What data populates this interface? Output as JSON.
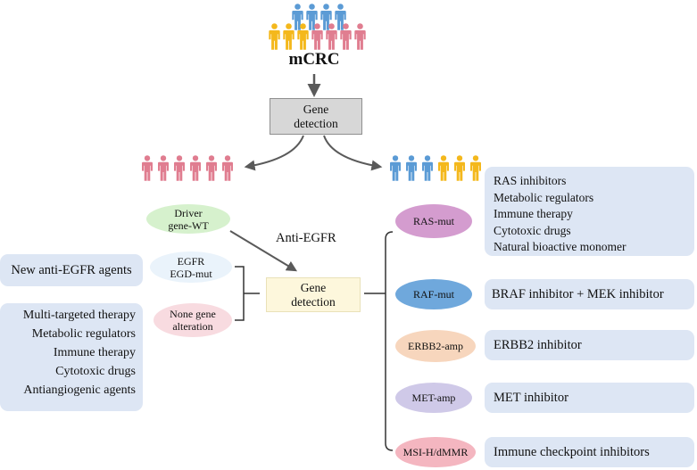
{
  "colors": {
    "person_blue": "#5b9bd5",
    "person_yellow": "#f4b81c",
    "person_pink": "#e07d90",
    "treatment_box": "#dde6f4",
    "gene_box_top": "#d7d7d7",
    "gene_box_mid": "#fdf7dc",
    "arrow": "#5a5a5a"
  },
  "top": {
    "title": "mCRC",
    "box": "Gene\ndetection"
  },
  "groups": {
    "left_people_icon": "people-pink",
    "right_people_icon": "people-blue-yellow"
  },
  "left_branch": {
    "ovals": {
      "driver": "Driver\ngene-WT",
      "egfr": "EGFR\nEGD-mut",
      "none": "None gene\nalteration"
    },
    "arrow_label": "Anti-EGFR",
    "mid_box": "Gene\ndetection"
  },
  "left_boxes": {
    "new_agents": "New anti-EGFR agents",
    "multi": [
      "Multi-targeted therapy",
      "Metabolic regulators",
      "Immune therapy",
      "Cytotoxic drugs",
      "Antiangiogenic agents"
    ]
  },
  "right_branch": {
    "ovals": [
      {
        "label": "RAS-mut",
        "color": "#d49ccf"
      },
      {
        "label": "RAF-mut",
        "color": "#6fa8dc"
      },
      {
        "label": "ERBB2-amp",
        "color": "#f7d6bd"
      },
      {
        "label": "MET-amp",
        "color": "#cfc9e8"
      },
      {
        "label": "MSI-H/dMMR",
        "color": "#f4b6c0"
      }
    ],
    "treatments": {
      "ras": [
        "RAS inhibitors",
        "Metabolic regulators",
        "Immune therapy",
        "Cytotoxic drugs",
        "Natural  bioactive monomer"
      ],
      "raf": "BRAF inhibitor + MEK inhibitor",
      "erbb2": "ERBB2 inhibitor",
      "met": "MET inhibitor",
      "msi": "Immune checkpoint inhibitors"
    }
  }
}
